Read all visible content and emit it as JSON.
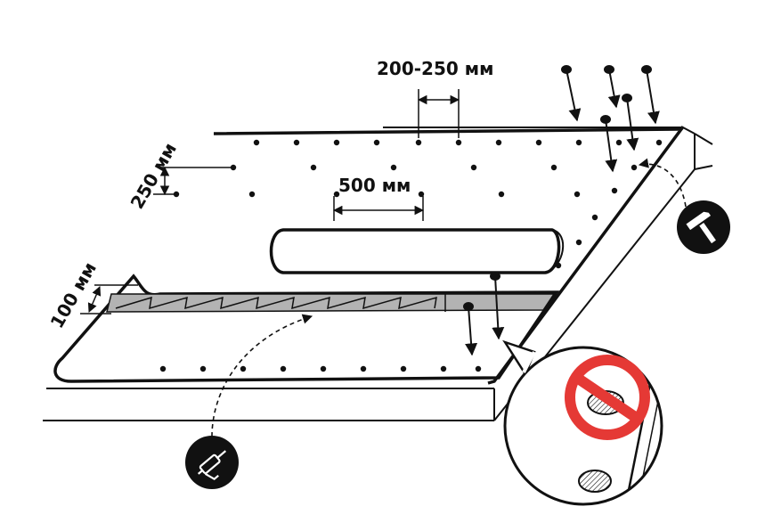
{
  "labels": {
    "nail_spacing_edge": "200-250 мм",
    "nail_spacing_row": "500 мм",
    "edge_offset": "250 мм",
    "overlap_width": "100 мм"
  },
  "icons": {
    "hammer": "hammer-icon",
    "sealant_gun": "caulking-gun-icon",
    "prohibited": "prohibited-icon"
  },
  "colors": {
    "line": "#111111",
    "overlap_fill": "#b3b3b3",
    "prohibit_red": "#e53935",
    "background": "#ffffff"
  }
}
